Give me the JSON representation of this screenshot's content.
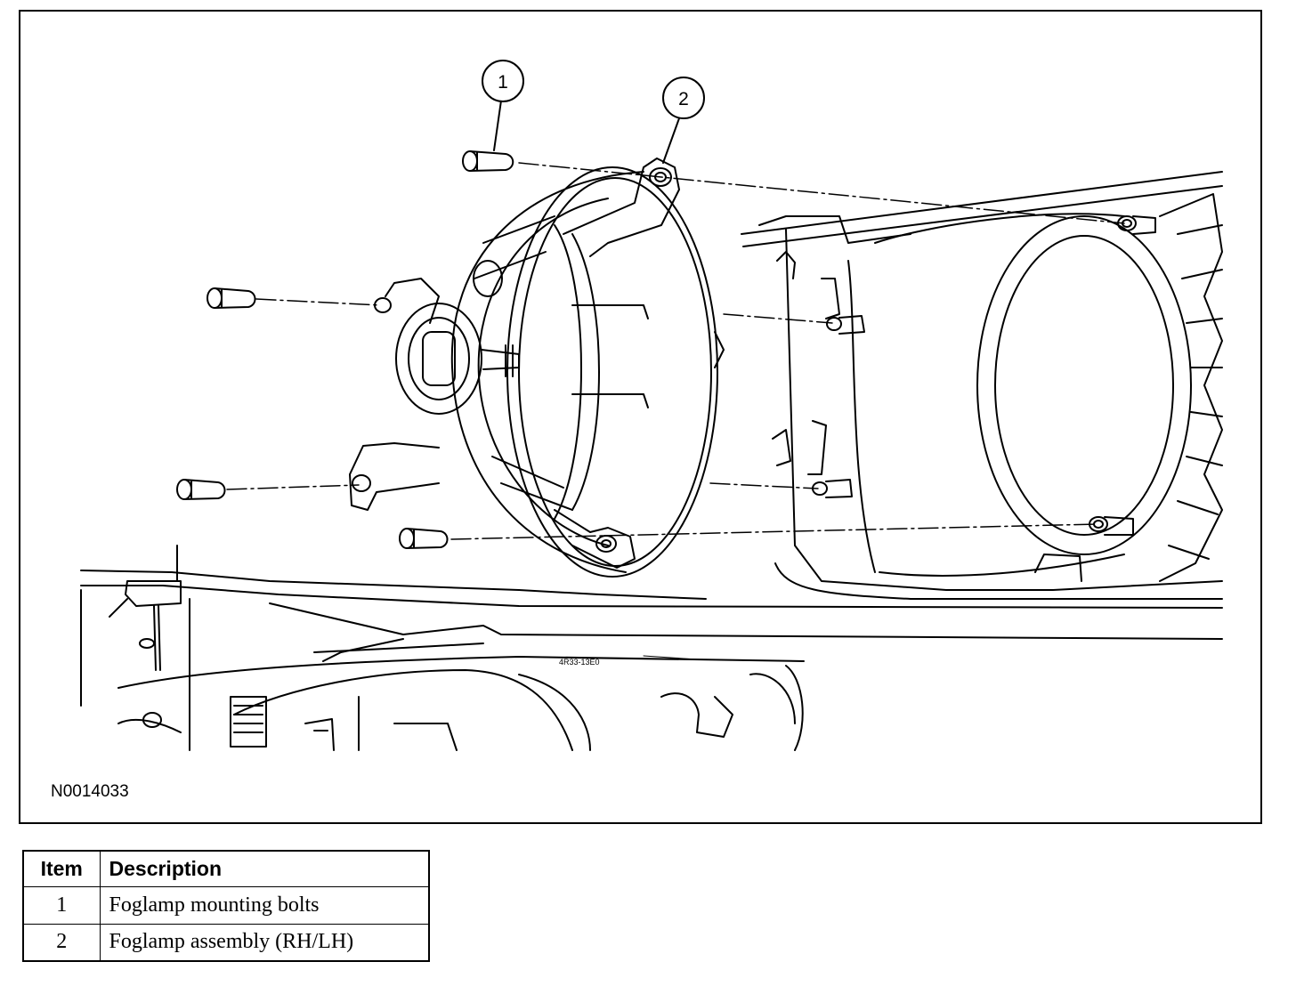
{
  "figure": {
    "id_label": "N0014033",
    "callouts": [
      "1",
      "2"
    ],
    "part_stamp": "4R33-13E0"
  },
  "legend": {
    "headers": {
      "item": "Item",
      "description": "Description"
    },
    "rows": [
      {
        "item": "1",
        "description": "Foglamp mounting bolts"
      },
      {
        "item": "2",
        "description": "Foglamp assembly (RH/LH)"
      }
    ]
  }
}
